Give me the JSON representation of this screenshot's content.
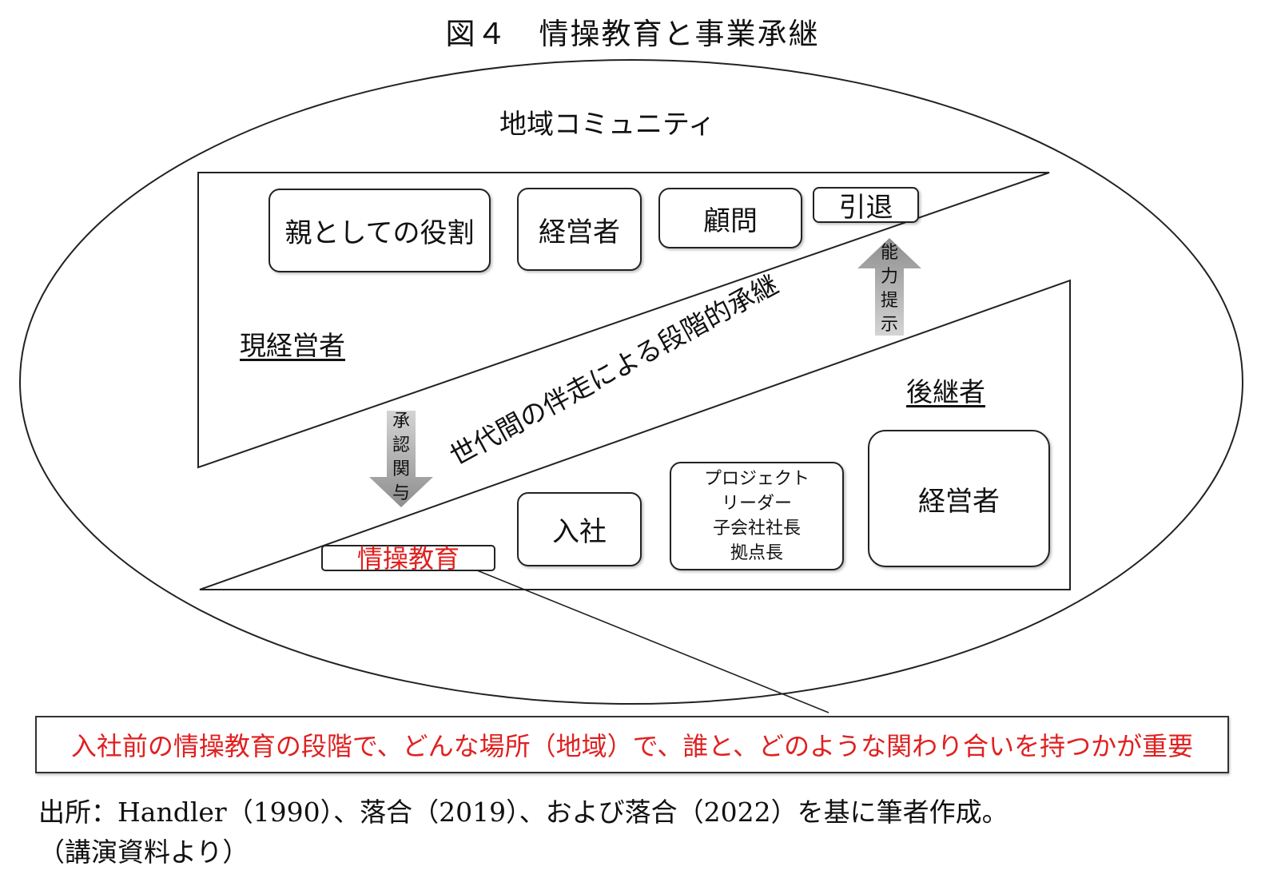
{
  "figure": {
    "title": "図４　情操教育と事業承継",
    "community_label": "地域コミュニティ",
    "current_manager": {
      "label": "現経営者",
      "stages": [
        "親としての役割",
        "経営者",
        "顧問",
        "引退"
      ]
    },
    "successor": {
      "label": "後継者",
      "stages": {
        "info_education": "情操教育",
        "joining": "入社",
        "leader_lines": [
          "プロジェクト",
          "リーダー",
          "子会社社長",
          "拠点長"
        ],
        "manager": "経営者"
      }
    },
    "diagonal_label": "世代間の伴走による段階的承継",
    "arrow_down_chars": [
      "承",
      "認",
      "関",
      "与"
    ],
    "arrow_up_chars": [
      "能",
      "力",
      "提",
      "示"
    ],
    "highlight_note": "入社前の情操教育の段階で、どんな場所（地域）で、誰と、どのような関わり合いを持つかが重要",
    "source_line1": "出所：Handler（1990）、落合（2019）、および落合（2022）を基に筆者作成。",
    "source_line2": "（講演資料より）",
    "colors": {
      "highlight": "#e02020",
      "arrow": "#9a9a9a",
      "line": "#222222"
    }
  }
}
